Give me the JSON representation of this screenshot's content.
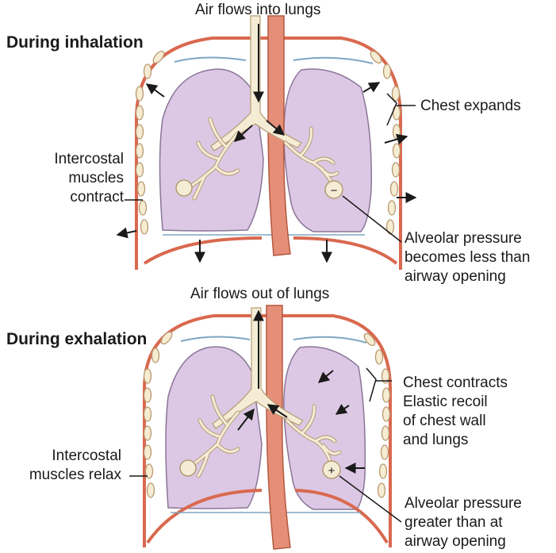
{
  "inhalation": {
    "heading": "During inhalation",
    "airflow": "Air flows into lungs",
    "chest": "Chest expands",
    "muscles": [
      "Intercostal",
      "muscles",
      "contract"
    ],
    "pressure_sign": "−",
    "pressure": [
      "Alveolar pressure",
      "becomes less than",
      "airway opening"
    ]
  },
  "exhalation": {
    "heading": "During exhalation",
    "airflow": "Air flows out of lungs",
    "chest": [
      "Chest contracts",
      "Elastic recoil",
      "of chest wall",
      "and lungs"
    ],
    "muscles": [
      "Intercostal",
      "muscles relax"
    ],
    "pressure_sign": "+",
    "pressure": [
      "Alveolar pressure",
      "greater than at",
      "airway opening"
    ]
  },
  "colors": {
    "lung_fill": "#dcc8e4",
    "lung_stroke": "#8a7598",
    "chest_wall": "#d9694f",
    "rib_fill": "#f6ecd2",
    "trachea": "#e58e78",
    "bronchi": "#f5ecd6",
    "pleura": "#7fa6c2"
  }
}
